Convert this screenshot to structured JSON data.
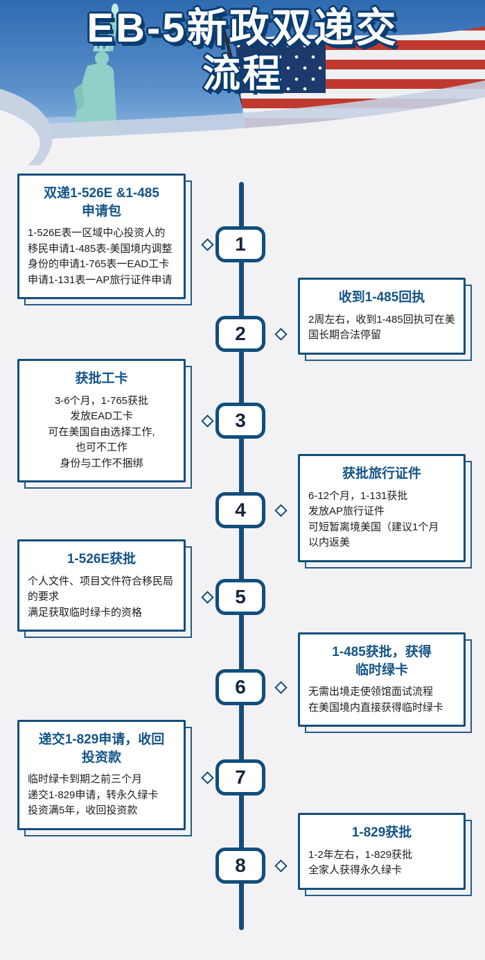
{
  "header": {
    "title_line1": "EB-5新政双递交",
    "title_line2": "流程"
  },
  "colors": {
    "navy_border": "#124e7c",
    "title_blue": "#135488",
    "title_outline": "#0b3c70",
    "header_band": "#c7d2e3",
    "page_background": "#f2f2f4",
    "flag_red": "#c0392f",
    "flag_canton": "#1e3a6d",
    "statue_teal": "#8fd0c8"
  },
  "steps": [
    {
      "number": "1",
      "side": "left",
      "title": "双递1-526E &1-485\n申请包",
      "body": "1-526E表一区域中心投资人的移民申请1-485表-美国境内调整身份的申请1-765表一EAD工卡申请1-131表一AP旅行证件申请"
    },
    {
      "number": "2",
      "side": "right",
      "title": "收到1-485回执",
      "body": "2周左右，收到1-485回执可在美国长期合法停留"
    },
    {
      "number": "3",
      "side": "left",
      "title": "获批工卡",
      "body": "3-6个月，1-765获批\n发放EAD工卡\n可在美国自由选择工作,\n也可不工作\n身份与工作不捆绑"
    },
    {
      "number": "4",
      "side": "right",
      "title": "获批旅行证件",
      "body": "6-12个月，1-131获批\n发放AP旅行证件\n可短暂离境美国（建议1个月\n以内返美"
    },
    {
      "number": "5",
      "side": "left",
      "title": "1-526E获批",
      "body": "个人文件、项目文件符合移民局的要求\n满足获取临时绿卡的资格"
    },
    {
      "number": "6",
      "side": "right",
      "title": "1-485获批，获得\n临时绿卡",
      "body": "无需出境走使领馆面试流程\n在美国境内直接获得临时绿卡"
    },
    {
      "number": "7",
      "side": "left",
      "title": "递交1-829申请，收回\n投资款",
      "body": "临时绿卡到期之前三个月\n递交1-829申请，转永久绿卡\n投资满5年，收回投资款"
    },
    {
      "number": "8",
      "side": "right",
      "title": "1-829获批",
      "body": "1-2年左右，1-829获批\n全家人获得永久绿卡"
    }
  ]
}
